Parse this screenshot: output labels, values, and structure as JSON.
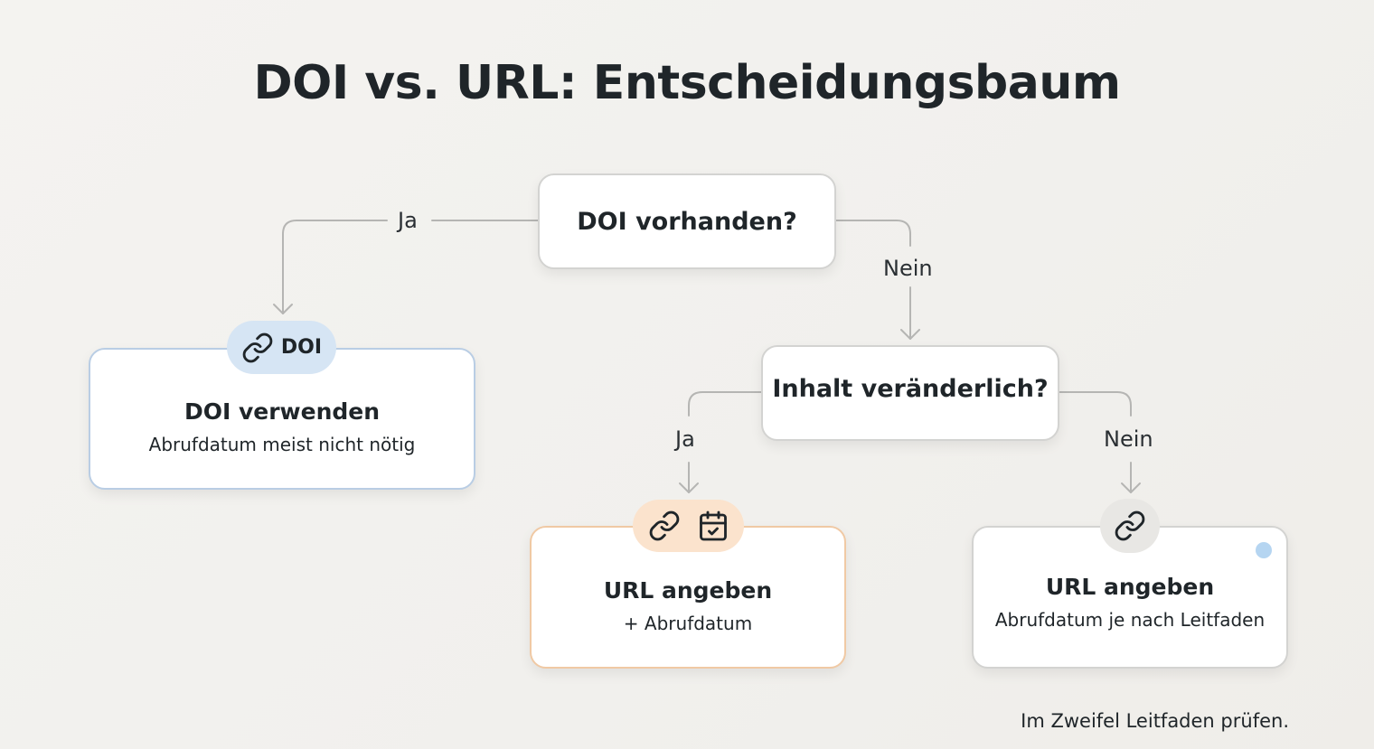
{
  "title": "DOI vs. URL: Entscheidungsbaum",
  "colors": {
    "doi_accent": "#d6e5f4",
    "doi_border": "#b9cde4",
    "url_changeable_accent": "#fbe3cd",
    "url_changeable_border": "#f0c9a4",
    "url_static_accent": "#e8e7e4",
    "info_dot": "#b5d5f1",
    "connector": "#b5b5b3"
  },
  "nodes": {
    "q1": {
      "label": "DOI vorhanden?"
    },
    "q2": {
      "label": "Inhalt veränderlich?"
    },
    "doi_card": {
      "badge_label": "DOI",
      "badge_icon": "link-icon",
      "title": "DOI verwenden",
      "subtitle": "Abrufdatum meist nicht nötig"
    },
    "url_changeable_card": {
      "badge_icons": [
        "link-icon",
        "calendar-check-icon"
      ],
      "title": "URL angeben",
      "subtitle": "+ Abrufdatum"
    },
    "url_static_card": {
      "badge_icons": [
        "link-icon"
      ],
      "title": "URL angeben",
      "subtitle": "Abrufdatum je nach Leitfaden"
    }
  },
  "edges": {
    "q1_yes": "Ja",
    "q1_no": "Nein",
    "q2_yes": "Ja",
    "q2_no": "Nein"
  },
  "footnote": "Im Zweifel Leitfaden prüfen."
}
